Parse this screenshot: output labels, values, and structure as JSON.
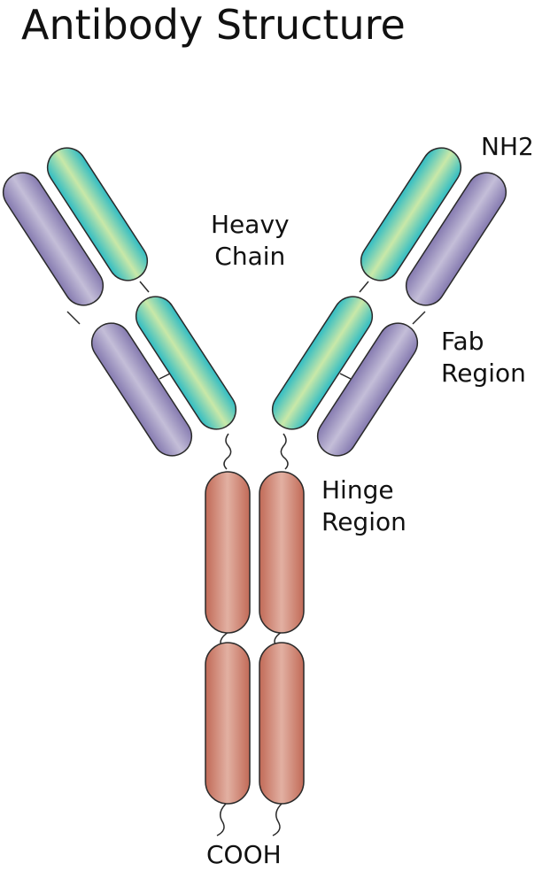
{
  "title": "Antibody Structure",
  "labels": {
    "heavy_chain": [
      "Heavy",
      "Chain"
    ],
    "nh2": "NH2",
    "fab_region": [
      "Fab",
      "Region"
    ],
    "hinge_region": [
      "Hinge",
      "Region"
    ],
    "cooh": "COOH"
  },
  "colors": {
    "heavy_chain": "#3fc4c4",
    "light_chain": "#8f84b4",
    "constant_region": "#c8715e",
    "outline": "#2a2a2a"
  }
}
